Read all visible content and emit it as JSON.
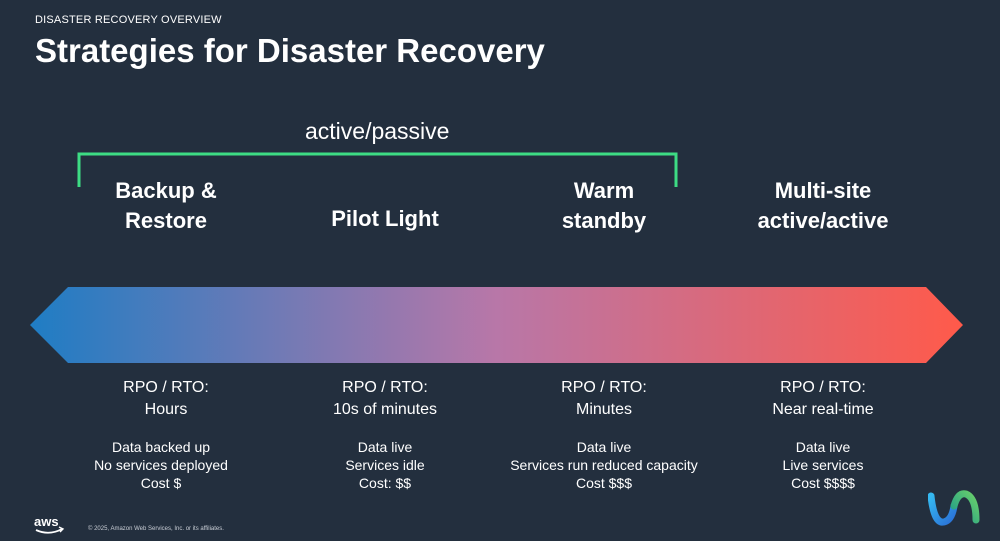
{
  "header": {
    "kicker": "DISASTER RECOVERY OVERVIEW",
    "title": "Strategies for Disaster Recovery"
  },
  "bracket": {
    "label": "active/passive",
    "color": "#3ddc84"
  },
  "gradient": {
    "start_color": "#1f7dc4",
    "mid_color": "#b877a8",
    "end_color": "#ff5a4a"
  },
  "strategies": [
    {
      "name_lines": [
        "Backup &",
        "Restore"
      ],
      "rpo_label": "RPO / RTO:",
      "rpo_value": "Hours",
      "details": [
        "Data backed up",
        "No services deployed",
        "Cost $"
      ]
    },
    {
      "name_lines": [
        "Pilot Light"
      ],
      "rpo_label": "RPO / RTO:",
      "rpo_value": "10s of minutes",
      "details": [
        "Data live",
        "Services idle",
        "Cost: $$"
      ]
    },
    {
      "name_lines": [
        "Warm",
        "standby"
      ],
      "rpo_label": "RPO / RTO:",
      "rpo_value": "Minutes",
      "details": [
        "Data live",
        "Services run reduced capacity",
        "Cost $$$"
      ]
    },
    {
      "name_lines": [
        "Multi-site",
        "active/active"
      ],
      "rpo_label": "RPO / RTO:",
      "rpo_value": "Near real-time",
      "details": [
        "Data live",
        "Live services",
        "Cost $$$$"
      ]
    }
  ],
  "footer": {
    "copyright": "© 2025, Amazon Web Services, Inc. or its affiliates.",
    "logo_text": "aws"
  }
}
